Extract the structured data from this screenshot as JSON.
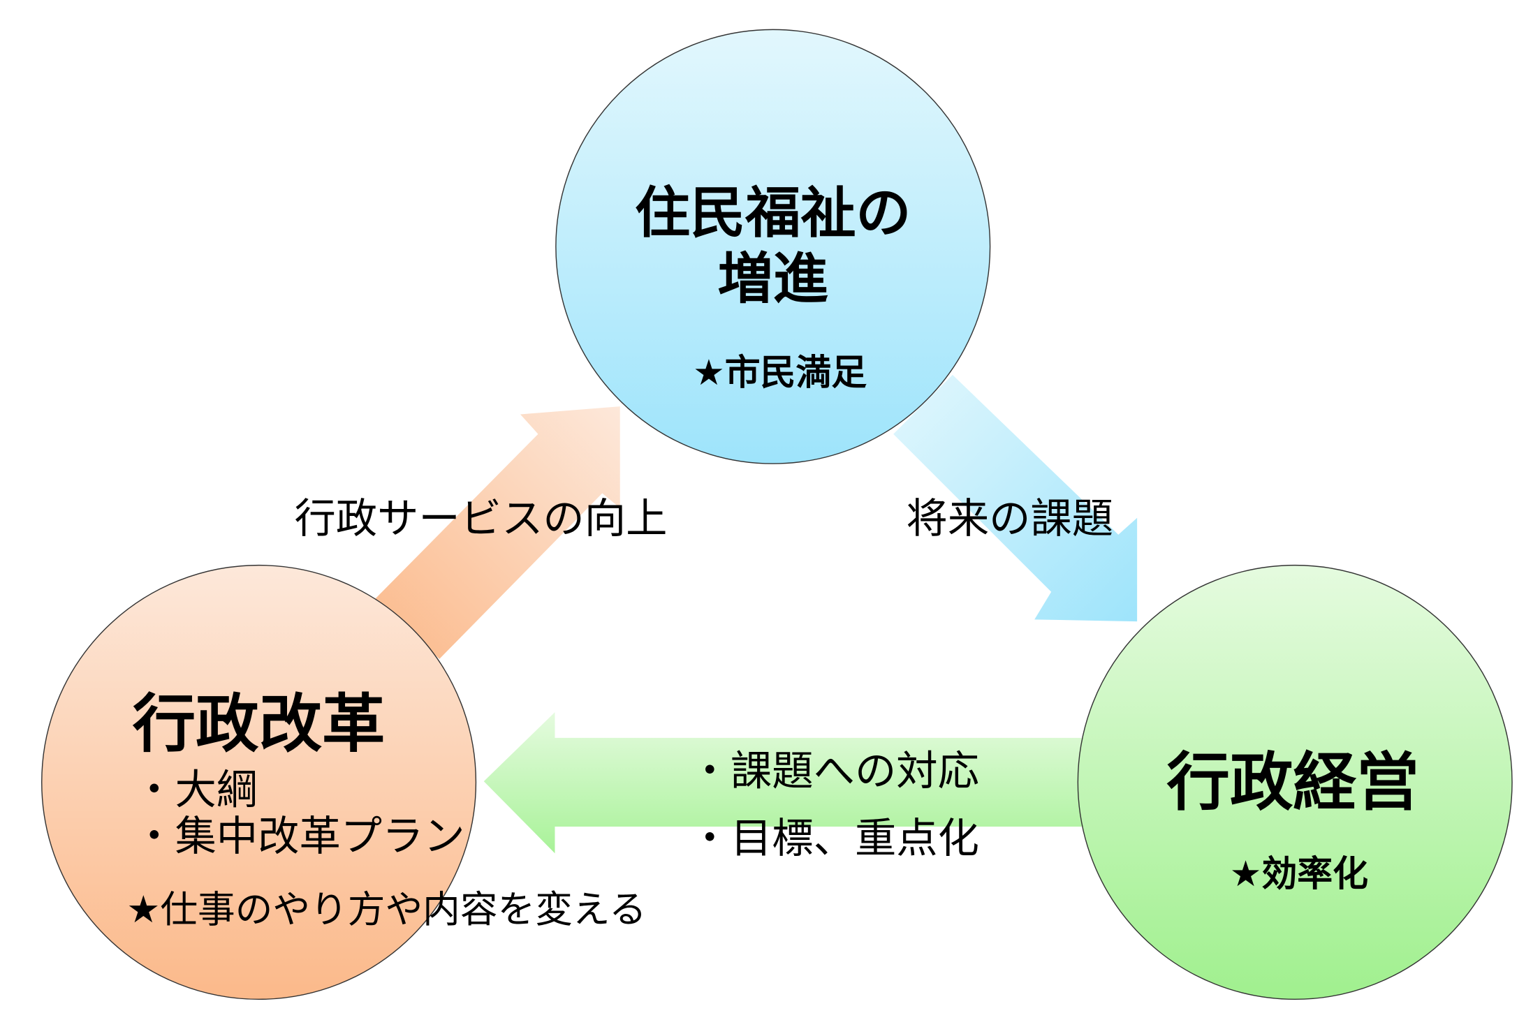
{
  "top_node": {
    "title_line1": "住民福祉の",
    "title_line2": "増進",
    "note": "★市民満足",
    "color_top": "#e2f7fd",
    "color_bottom": "#9ee4fb"
  },
  "left_node": {
    "title": "行政改革",
    "items": [
      "・大綱",
      "・集中改革プラン"
    ],
    "note": "★仕事のやり方や内容を変える",
    "color_top": "#fde8da",
    "color_bottom": "#fbb98a"
  },
  "right_node": {
    "title": "行政経営",
    "note": "★効率化",
    "color_top": "#e5fbdf",
    "color_bottom": "#a0f08e"
  },
  "arrows": {
    "left_to_top": {
      "label": "行政サービスの向上"
    },
    "top_to_right": {
      "label": "将来の課題"
    },
    "right_to_left": {
      "items": [
        "・課題への対応",
        "・目標、重点化"
      ]
    }
  }
}
